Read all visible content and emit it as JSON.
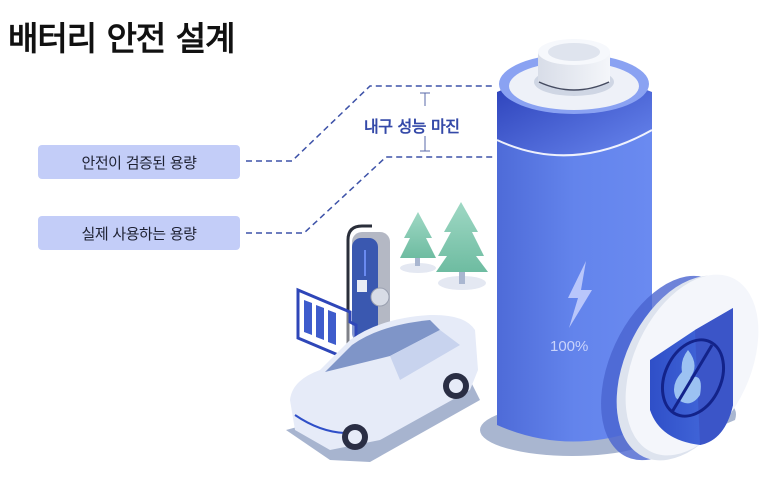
{
  "title": "배터리 안전 설계",
  "labels": {
    "verified_capacity": "안전이 검증된 용량",
    "actual_capacity": "실제 사용하는 용량",
    "margin": "내구 성능 마진"
  },
  "battery": {
    "charge_text": "100%",
    "icon": "lightning-bolt-icon"
  },
  "badge": {
    "icon": "no-fire-shield-icon"
  },
  "illustration": {
    "elements": [
      "ev-charger",
      "electric-car",
      "battery-level-icon",
      "pine-trees"
    ]
  },
  "colors": {
    "label_bg": "#c3cdf8",
    "accent": "#3449a8",
    "battery_body": "#5a7be6",
    "battery_dark": "#2f46c0",
    "dashed_line": "#3d52a8"
  }
}
